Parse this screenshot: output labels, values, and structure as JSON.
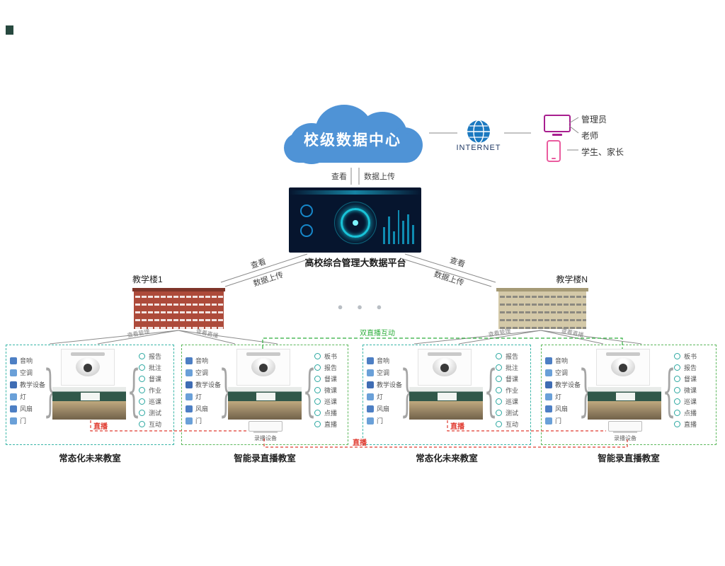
{
  "decor": {
    "brace_open": "{",
    "brace_close": "}",
    "dots": "●  ●  ●"
  },
  "top": {
    "cloud_label": "校级数据中心",
    "internet_label": "INTERNET",
    "users": [
      "管理员",
      "老师",
      "学生、家长"
    ]
  },
  "platform": {
    "view_label": "查看",
    "upload_label": "数据上传",
    "title": "高校综合管理大数据平台"
  },
  "building_links": {
    "left_view": "查看",
    "left_upload": "数据上传",
    "right_view": "查看",
    "right_upload": "数据上传"
  },
  "buildings": {
    "left_label": "教学楼1",
    "right_label": "教学楼N"
  },
  "fan_links": {
    "b1_manage": "查看管理",
    "b1_live": "查看直播",
    "bn_manage": "查看管理",
    "bn_live": "查看直播"
  },
  "broadcast": {
    "dual": "双直播互动",
    "live1": "直播",
    "live2": "直播",
    "live3": "直播"
  },
  "classrooms": [
    {
      "type_label": "常态化未来教室",
      "devices": [
        "音响",
        "空调",
        "教学设备",
        "灯",
        "风扇",
        "门"
      ],
      "functions": [
        "报告",
        "批注",
        "督课",
        "作业",
        "巡课",
        "测试",
        "互动"
      ],
      "recorder_label": null
    },
    {
      "type_label": "智能录直播教室",
      "devices": [
        "音响",
        "空调",
        "教学设备",
        "灯",
        "风扇",
        "门"
      ],
      "functions": [
        "板书",
        "报告",
        "督课",
        "微课",
        "巡课",
        "点播",
        "直播"
      ],
      "recorder_label": "录播设备"
    },
    {
      "type_label": "常态化未来教室",
      "devices": [
        "音响",
        "空调",
        "教学设备",
        "灯",
        "风扇",
        "门"
      ],
      "functions": [
        "报告",
        "批注",
        "督课",
        "作业",
        "巡课",
        "测试",
        "互动"
      ],
      "recorder_label": null
    },
    {
      "type_label": "智能录直播教室",
      "devices": [
        "音响",
        "空调",
        "教学设备",
        "灯",
        "风扇",
        "门"
      ],
      "functions": [
        "板书",
        "报告",
        "督课",
        "微课",
        "巡课",
        "点播",
        "直播"
      ],
      "recorder_label": "录播设备"
    }
  ]
}
